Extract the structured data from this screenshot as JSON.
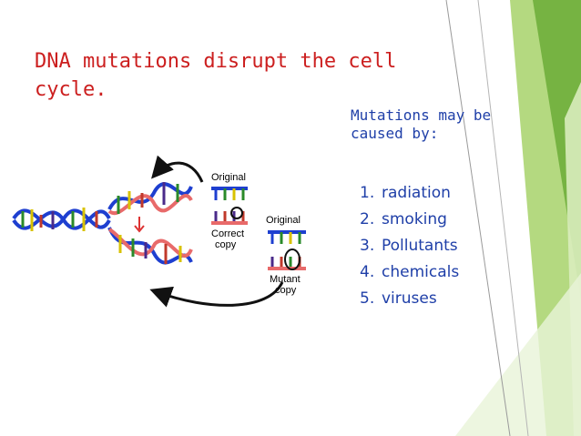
{
  "slide": {
    "title": "DNA mutations disrupt the cell cycle.",
    "subtitle_line1": "Mutations may be",
    "subtitle_line2": "caused by:",
    "causes": [
      {
        "num": "1.",
        "label": "radiation"
      },
      {
        "num": "2.",
        "label": "smoking"
      },
      {
        "num": "3.",
        "label": "Pollutants"
      },
      {
        "num": "4.",
        "label": "chemicals"
      },
      {
        "num": "5.",
        "label": "viruses"
      }
    ]
  },
  "diagram": {
    "label_original_top": "Original",
    "label_correct_line1": "Correct",
    "label_correct_line2": "copy",
    "label_original_bottom": "Original",
    "label_mutant_line1": "Mutant",
    "label_mutant_line2": "copy"
  },
  "colors": {
    "title": "#cc1f1f",
    "text": "#1f3fa8",
    "accent_green": "#8bc34a",
    "strand_blue": "#1e3fd0",
    "strand_pink": "#e86a6a"
  }
}
